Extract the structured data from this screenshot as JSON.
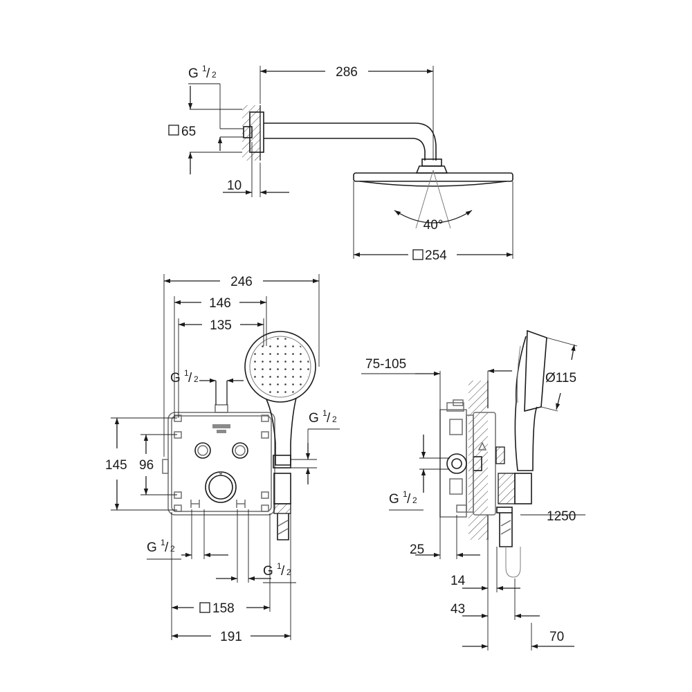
{
  "domain": "Diagram",
  "figure": "technical-drawing-concealed-shower-system",
  "views": {
    "head_shower": {
      "labels": {
        "thread": "G",
        "thread_num": "1",
        "thread_den": "2",
        "square_65": "65",
        "dim_286": "286",
        "dim_10": "10",
        "angle": "40°",
        "square_254": "254"
      }
    },
    "front_view": {
      "labels": {
        "dim_246": "246",
        "dim_146": "146",
        "dim_135": "135",
        "dim_145": "145",
        "dim_96": "96",
        "square_158": "158",
        "dim_191": "191",
        "thread": "G",
        "thread_num": "1",
        "thread_den": "2"
      }
    },
    "side_view": {
      "labels": {
        "dim_75_105": "75-105",
        "dia_115": "Ø115",
        "dim_1250": "1250",
        "dim_25": "25",
        "dim_14": "14",
        "dim_43": "43",
        "dim_70": "70",
        "thread": "G",
        "thread_num": "1",
        "thread_den": "2"
      }
    }
  },
  "icons": [
    "square-symbol-icon",
    "diameter-symbol-icon",
    "arrow-icon",
    "hatch-wall-icon",
    "grohe-logo-icon"
  ]
}
